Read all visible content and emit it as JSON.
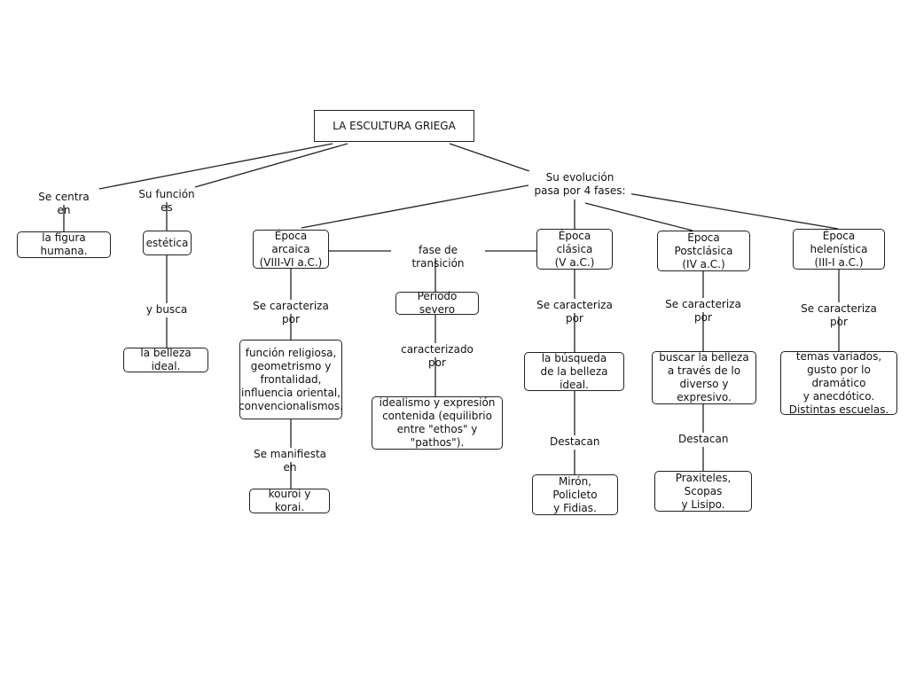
{
  "root": {
    "text": "LA ESCULTURA GRIEGA"
  },
  "phrases": {
    "centra": "Se centra en",
    "funcion": "Su función es",
    "evolucion": "Su evolución\npasa por 4 fases:",
    "busca": "y busca",
    "arcaica_caract": "Se caracteriza por",
    "manifiesta": "Se manifiesta en",
    "transicion": "fase de transición",
    "severo_caract": "caracterizado por",
    "clasica_caract": "Se caracteriza por",
    "clasica_destacan": "Destacan",
    "post_caract": "Se caracteriza por",
    "post_destacan": "Destacan",
    "helen_caract": "Se caracteriza por"
  },
  "nodes": {
    "figura": "la figura humana.",
    "estetica": "estética",
    "belleza": "la belleza ideal.",
    "arcaica": "Época arcaica\n(VIII-VI a.C.)",
    "arcaica_rasgos": "función religiosa,\ngeometrismo y\nfrontalidad,\ninfluencia oriental,\nconvencionalismos.",
    "kouroi": "kouroi y korai.",
    "severo": "Periodo severo",
    "severo_rasgos": "idealismo y expresión\ncontenida (equilibrio\nentre \"ethos\" y \"pathos\").",
    "clasica": "Época clásica\n(V a.C.)",
    "clasica_rasgos": "la búsqueda\nde la belleza ideal.",
    "clasica_autores": "Mirón, Policleto\ny Fidias.",
    "post": "Época Postclásica\n(IV a.C.)",
    "post_rasgos": "buscar la belleza\na través de lo\ndiverso y expresivo.",
    "post_autores": "Praxiteles, Scopas\ny Lisipo.",
    "helen": "Época helenística\n(III-I a.C.)",
    "helen_rasgos": "temas variados,\ngusto por lo dramático\ny anecdótico.\nDistintas escuelas."
  }
}
